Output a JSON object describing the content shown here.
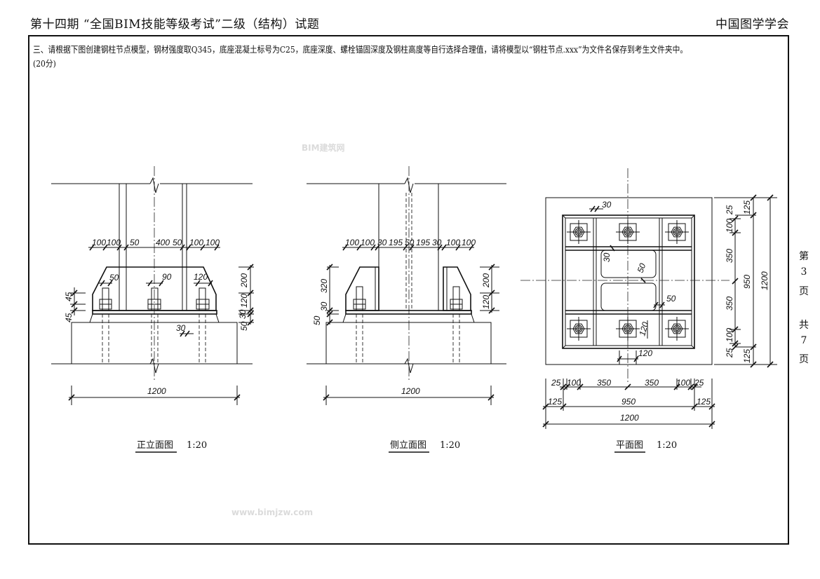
{
  "header": {
    "title": "第十四期 “全国BIM技能等级考试”二级（结构）试题",
    "organization": "中国图学学会"
  },
  "instruction": {
    "line1": "三、请根据下图创建钢柱节点模型，钢材强度取Q345，底座混凝土标号为C25，底座深度、螺栓锚固深度及钢柱高度等自行选择合理值，请将模型以“钢柱节点.xxx”为文件名保存到考生文件夹中。",
    "line2": "(20分)"
  },
  "page_info": {
    "di": "第",
    "page": "3",
    "ye": "页",
    "gong": "共",
    "total": "7",
    "ye2": "页"
  },
  "front": {
    "caption": "正立面图",
    "scale": "1:20",
    "top_dims": [
      "100",
      "100",
      "50",
      "400",
      "50",
      "100",
      "100"
    ],
    "bolt_dims": [
      "50",
      "90",
      "120"
    ],
    "right_dims": [
      "200",
      "120",
      "30",
      "50"
    ],
    "left_dims": [
      "45",
      "45"
    ],
    "misc_dim": "30",
    "width_dim": "1200"
  },
  "side": {
    "caption": "侧立面图",
    "scale": "1:20",
    "top_dims": [
      "100",
      "100",
      "30",
      "195",
      "50",
      "195",
      "30",
      "100",
      "100"
    ],
    "left_dims": [
      "320",
      "30",
      "50"
    ],
    "right_dims": [
      "200",
      "120"
    ],
    "width_dim": "1200"
  },
  "plan": {
    "caption": "平面图",
    "scale": "1:20",
    "inner_dims": [
      "30",
      "30",
      "50",
      "50",
      "120",
      "120"
    ],
    "right_row1": [
      "25",
      "100",
      "350",
      "350",
      "100",
      "25"
    ],
    "right_row2": [
      "125",
      "950",
      "125"
    ],
    "right_total": "1200",
    "bottom_row1": [
      "25",
      "100",
      "350",
      "350",
      "100",
      "25"
    ],
    "bottom_row2": [
      "125",
      "950",
      "125"
    ],
    "bottom_total": "1200"
  },
  "watermark": {
    "line1": "BIM建筑网",
    "line2": "www.bimjzw.com"
  }
}
